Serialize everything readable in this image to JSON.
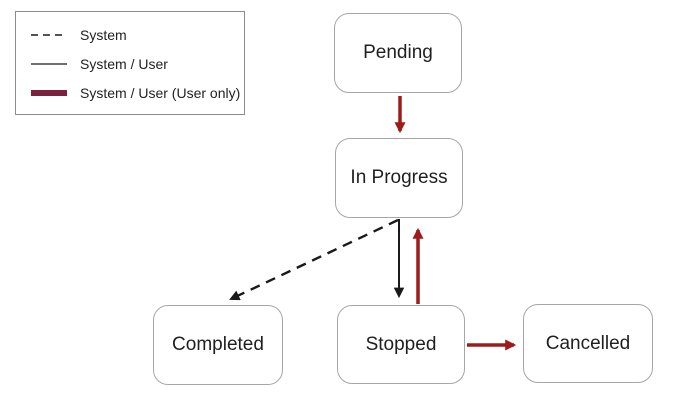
{
  "diagram": {
    "legend": {
      "items": [
        {
          "label": "System",
          "style": "dashed"
        },
        {
          "label": "System / User",
          "style": "solid"
        },
        {
          "label": "System / User (User only)",
          "style": "thick"
        }
      ]
    },
    "states": [
      {
        "id": "pending",
        "label": "Pending"
      },
      {
        "id": "in-progress",
        "label": "In Progress"
      },
      {
        "id": "completed",
        "label": "Completed"
      },
      {
        "id": "stopped",
        "label": "Stopped"
      },
      {
        "id": "cancelled",
        "label": "Cancelled"
      }
    ],
    "transitions": [
      {
        "from": "Pending",
        "to": "In Progress",
        "type": "System / User (User only)"
      },
      {
        "from": "In Progress",
        "to": "Completed",
        "type": "System"
      },
      {
        "from": "In Progress",
        "to": "Stopped",
        "type": "System / User"
      },
      {
        "from": "Stopped",
        "to": "In Progress",
        "type": "System / User (User only)"
      },
      {
        "from": "Stopped",
        "to": "Cancelled",
        "type": "System / User (User only)"
      }
    ],
    "colors": {
      "user_arrow": "#9e1b1b",
      "legend_thick": "#7c1e3e",
      "system_arrow": "#1a1a1a",
      "box_border": "#a6a6a6",
      "text": "#1f1f1f"
    }
  }
}
